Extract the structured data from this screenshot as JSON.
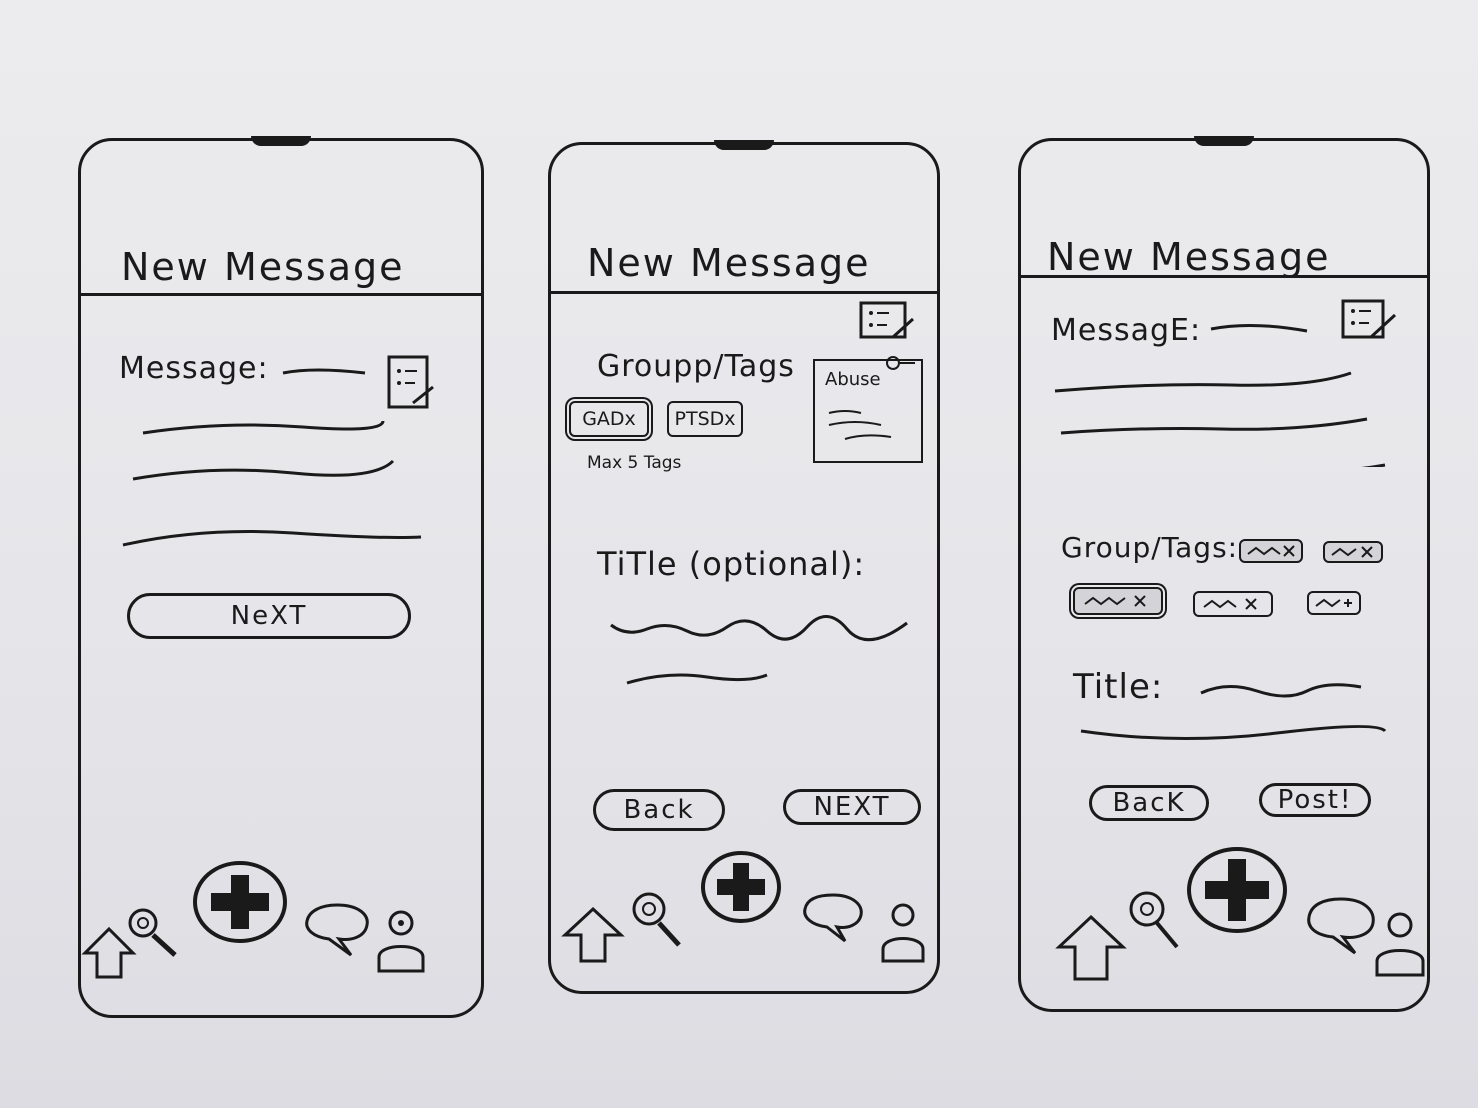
{
  "screens": [
    {
      "header_title": "New Message",
      "message_label": "Message:",
      "next_label": "NeXT"
    },
    {
      "header_title": "New Message",
      "group_tags_label": "Groupp/Tags",
      "tags": [
        "GADx",
        "PTSDx"
      ],
      "tags_hint": "Max 5 Tags",
      "popup_title": "Abuse",
      "title_label": "TiTle (optional):",
      "back_label": "Back",
      "next_label": "NEXT"
    },
    {
      "header_title": "New Message",
      "message_label": "MessagE:",
      "group_tags_label": "Group/Tags:",
      "title_label": "Title:",
      "back_label": "BacK",
      "post_label": "Post!"
    }
  ],
  "nav_icons": [
    "home-icon",
    "search-icon",
    "add-icon",
    "chat-icon",
    "profile-icon"
  ],
  "colors": {
    "ink": "#1a1a1a",
    "paper": "#e9e9ec"
  }
}
